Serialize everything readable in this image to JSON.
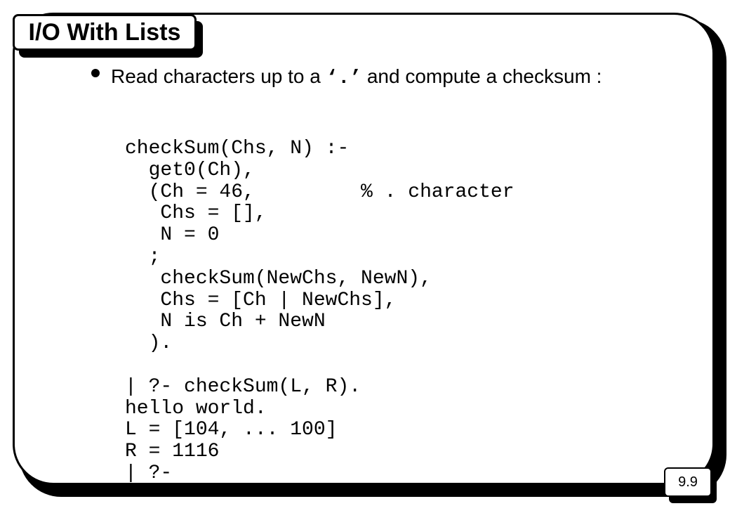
{
  "slide": {
    "title": "I/O With Lists",
    "bullet": {
      "text_before": "Read characters up to a ",
      "code_char": "‘.’",
      "text_after": " and compute a checksum :"
    },
    "code_lines": [
      "checkSum(Chs, N) :-",
      "  get0(Ch),",
      "  (Ch = 46,         % . character",
      "   Chs = [],",
      "   N = 0",
      "  ;",
      "   checkSum(NewChs, NewN),",
      "   Chs = [Ch | NewChs],",
      "   N is Ch + NewN",
      "  ).",
      "",
      "| ?- checkSum(L, R).",
      "hello world.",
      "L = [104, ... 100]",
      "R = 1116",
      "| ?-"
    ],
    "page_number": "9.9"
  }
}
